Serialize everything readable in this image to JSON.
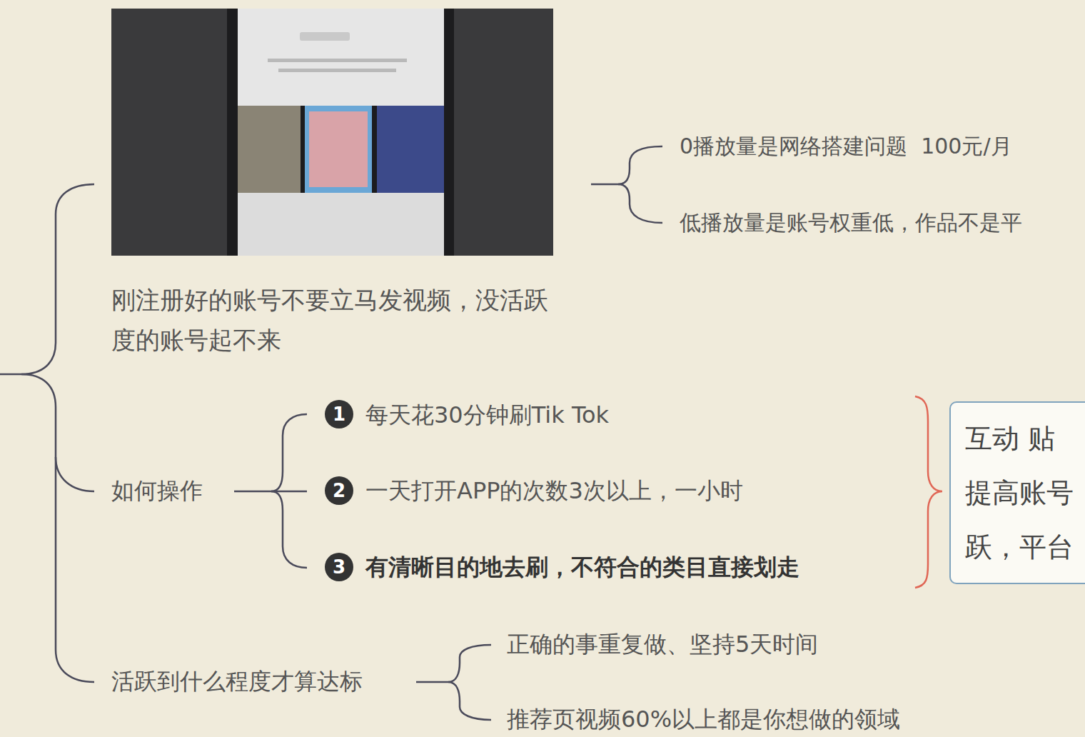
{
  "diagram": {
    "nodes": [
      {
        "text": [
          "互动 贴 提高账号 跃，平台"
        ]
      }
    ],
    "labels": [
      "0播放量是网络搭建问题  100元/月",
      "低播放量是账号权重低，作品不是平",
      "刚注册好的账号不要立马发视频，没活跃度的账号起不来",
      "如何操作",
      "1",
      "每天花30分钟刷Tik Tok",
      "2",
      "一天打开APP的次数3次以上，一小时",
      "3",
      "有清晰目的地去刷，不符合的类目直接划走",
      "活跃到什么程度才算达标",
      "正确的事重复做、坚持5天时间",
      "推荐页视频60%以上都是你想做的领域"
    ]
  }
}
